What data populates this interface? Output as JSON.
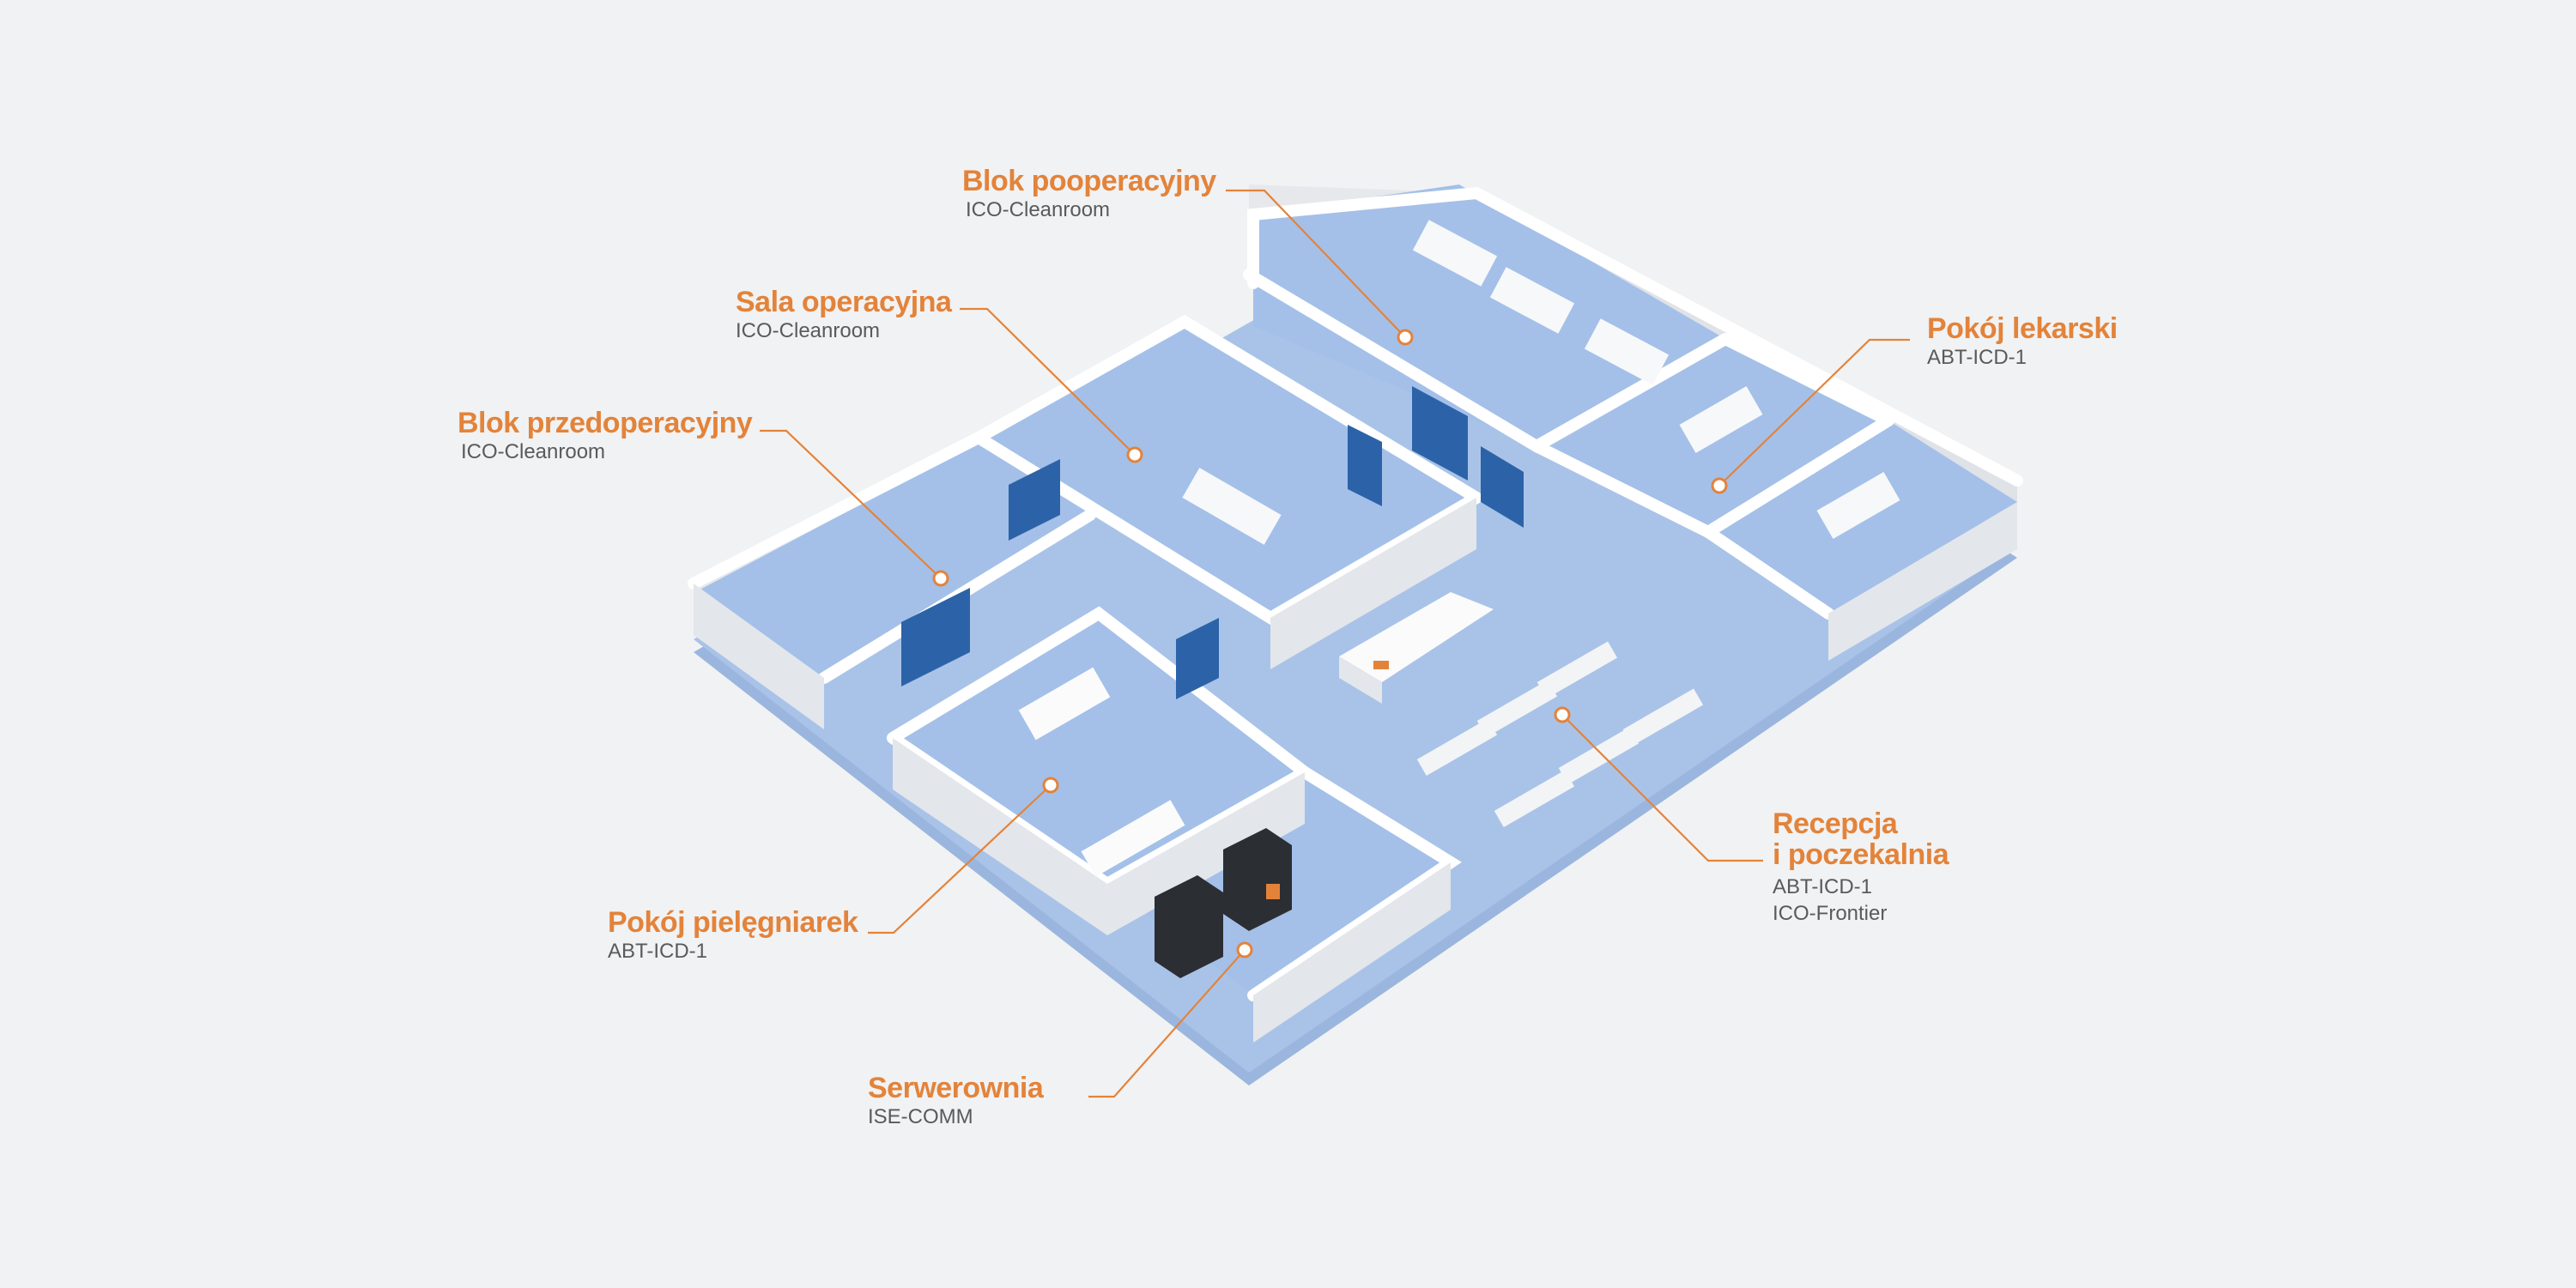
{
  "colors": {
    "background": "#f1f2f3",
    "floor": "#a9c3e8",
    "wall_top": "#fbfbfc",
    "wall_side": "#e6e8ec",
    "door": "#2c63a8",
    "accent": "#e3833a",
    "label_text": "#5a5a5a"
  },
  "rooms": [
    {
      "id": "post-op",
      "title": "Blok pooperacyjny",
      "systems": [
        "ICO-Cleanroom"
      ]
    },
    {
      "id": "operating",
      "title": "Sala operacyjna",
      "systems": [
        "ICO-Cleanroom"
      ]
    },
    {
      "id": "pre-op",
      "title": "Blok przedoperacyjny",
      "systems": [
        "ICO-Cleanroom"
      ]
    },
    {
      "id": "doctors",
      "title": "Pokój lekarski",
      "systems": [
        "ABT-ICD-1"
      ]
    },
    {
      "id": "reception",
      "title": "Recepcja\ni poczekalnia",
      "systems": [
        "ABT-ICD-1",
        "ICO-Frontier"
      ]
    },
    {
      "id": "nurses",
      "title": "Pokój pielęgniarek",
      "systems": [
        "ABT-ICD-1"
      ]
    },
    {
      "id": "server",
      "title": "Serwerownia",
      "systems": [
        "ISE-COMM"
      ]
    }
  ]
}
